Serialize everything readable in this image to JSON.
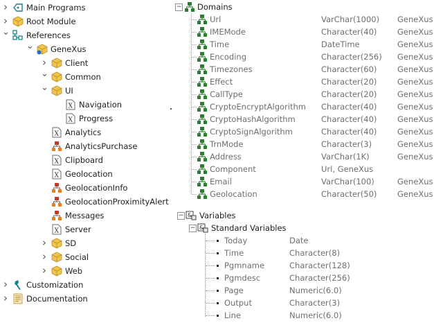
{
  "tree": [
    {
      "label": "Main Programs",
      "icon": "main-programs-icon",
      "depth": 0,
      "chev": "right"
    },
    {
      "label": "Root Module",
      "icon": "module-icon",
      "depth": 0,
      "chev": "right"
    },
    {
      "label": "References",
      "icon": "references-icon",
      "depth": 0,
      "chev": "down"
    },
    {
      "label": "GeneXus",
      "icon": "module-ref-icon",
      "depth": 1,
      "chev": "down"
    },
    {
      "label": "Client",
      "icon": "module-icon",
      "depth": 2,
      "chev": "right"
    },
    {
      "label": "Common",
      "icon": "module-icon",
      "depth": 2,
      "chev": "down"
    },
    {
      "label": "UI",
      "icon": "module-icon",
      "depth": 3,
      "chev": "down"
    },
    {
      "label": "Navigation",
      "icon": "external-object-icon",
      "depth": 4,
      "chev": ""
    },
    {
      "label": "Progress",
      "icon": "external-object-icon",
      "depth": 4,
      "chev": ""
    },
    {
      "label": "Analytics",
      "icon": "external-object-icon",
      "depth": 3,
      "chev": ""
    },
    {
      "label": "AnalyticsPurchase",
      "icon": "sdt-icon",
      "depth": 3,
      "chev": ""
    },
    {
      "label": "Clipboard",
      "icon": "external-object-icon",
      "depth": 3,
      "chev": ""
    },
    {
      "label": "Geolocation",
      "icon": "external-object-icon",
      "depth": 3,
      "chev": ""
    },
    {
      "label": "GeolocationInfo",
      "icon": "sdt-icon",
      "depth": 3,
      "chev": ""
    },
    {
      "label": "GeolocationProximityAlert",
      "icon": "sdt-icon",
      "depth": 3,
      "chev": ""
    },
    {
      "label": "Messages",
      "icon": "sdt-icon",
      "depth": 3,
      "chev": ""
    },
    {
      "label": "Server",
      "icon": "external-object-icon",
      "depth": 3,
      "chev": ""
    },
    {
      "label": "SD",
      "icon": "module-icon",
      "depth": 2,
      "chev": "right"
    },
    {
      "label": "Social",
      "icon": "module-icon",
      "depth": 2,
      "chev": "right"
    },
    {
      "label": "Web",
      "icon": "module-icon",
      "depth": 2,
      "chev": "right"
    },
    {
      "label": "Customization",
      "icon": "customization-icon",
      "depth": 0,
      "chev": "right"
    },
    {
      "label": "Documentation",
      "icon": "documentation-icon",
      "depth": 0,
      "chev": "right"
    }
  ],
  "domains": {
    "title": "Domains",
    "items": [
      {
        "name": "Url",
        "type": "VarChar(1000)",
        "module": "GeneXus"
      },
      {
        "name": "IMEMode",
        "type": "Character(40)",
        "module": "GeneXus"
      },
      {
        "name": "Time",
        "type": "DateTime",
        "module": "GeneXus"
      },
      {
        "name": "Encoding",
        "type": "Character(256)",
        "module": "GeneXus"
      },
      {
        "name": "Timezones",
        "type": "Character(60)",
        "module": "GeneXus"
      },
      {
        "name": "Effect",
        "type": "Character(20)",
        "module": "GeneXus"
      },
      {
        "name": "CallType",
        "type": "Character(20)",
        "module": "GeneXus"
      },
      {
        "name": "CryptoEncryptAlgorithm",
        "type": "Character(40)",
        "module": "GeneXus"
      },
      {
        "name": "CryptoHashAlgorithm",
        "type": "Character(40)",
        "module": "GeneXus"
      },
      {
        "name": "CryptoSignAlgorithm",
        "type": "Character(40)",
        "module": "GeneXus"
      },
      {
        "name": "TrnMode",
        "type": "Character(3)",
        "module": "GeneXus"
      },
      {
        "name": "Address",
        "type": "VarChar(1K)",
        "module": "GeneXus"
      },
      {
        "name": "Component",
        "type": "Url, GeneXus",
        "module": ""
      },
      {
        "name": "Email",
        "type": "VarChar(100)",
        "module": "GeneXus"
      },
      {
        "name": "Geolocation",
        "type": "Character(50)",
        "module": "GeneXus"
      }
    ]
  },
  "variables": {
    "title": "Variables",
    "group": "Standard Variables",
    "items": [
      {
        "name": "Today",
        "type": "Date"
      },
      {
        "name": "Time",
        "type": "Character(8)"
      },
      {
        "name": "Pgmname",
        "type": "Character(128)"
      },
      {
        "name": "Pgmdesc",
        "type": "Character(256)"
      },
      {
        "name": "Page",
        "type": "Numeric(6.0)"
      },
      {
        "name": "Output",
        "type": "Character(3)"
      },
      {
        "name": "Line",
        "type": "Numeric(6.0)"
      }
    ]
  },
  "colors": {
    "module": "#f0c64a",
    "external": "#555555",
    "sdt": "#c0392b",
    "domain": "#2e7d32",
    "teal": "#17818b"
  }
}
